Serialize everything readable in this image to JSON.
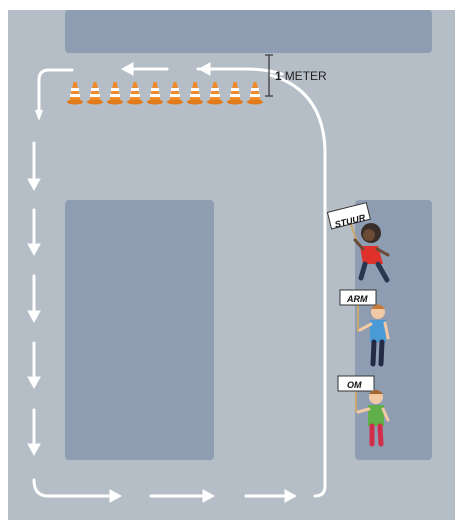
{
  "measure": {
    "number": "1",
    "unit": "METER"
  },
  "signs": {
    "first": "STUUR",
    "second": "ARM",
    "third": "OM"
  },
  "colors": {
    "road": "#b5bec6",
    "block": "#8e9db2",
    "route": "#ffffff",
    "cone": "#f08a2a"
  },
  "icons": [
    "arrow-left-icon",
    "arrow-down-icon",
    "arrow-right-icon",
    "traffic-cone-icon",
    "child-icon"
  ]
}
